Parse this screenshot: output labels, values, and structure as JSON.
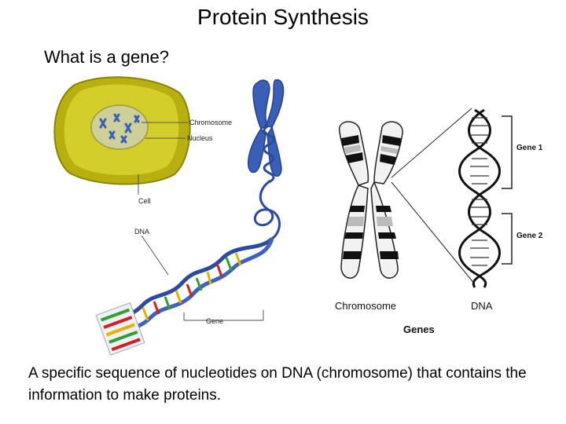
{
  "slide": {
    "title": "Protein Synthesis",
    "subtitle": "What is a gene?",
    "caption": "A specific sequence of nucleotides on DNA (chromosome) that contains the information to make proteins."
  },
  "left_diagram": {
    "labels": {
      "chromosome": "Chromosome",
      "nucleus": "Nucleus",
      "cell": "Cell",
      "dna": "DNA",
      "gene": "Gene"
    }
  },
  "right_diagram": {
    "labels": {
      "chromosome": "Chromosome",
      "dna": "DNA",
      "gene1": "Gene 1",
      "gene2": "Gene 2",
      "genes": "Genes"
    }
  },
  "colors": {
    "cell": "#c8c21a",
    "chromosome_blue": "#3a5fb8",
    "dna_backbone": "#2c4a9e"
  }
}
